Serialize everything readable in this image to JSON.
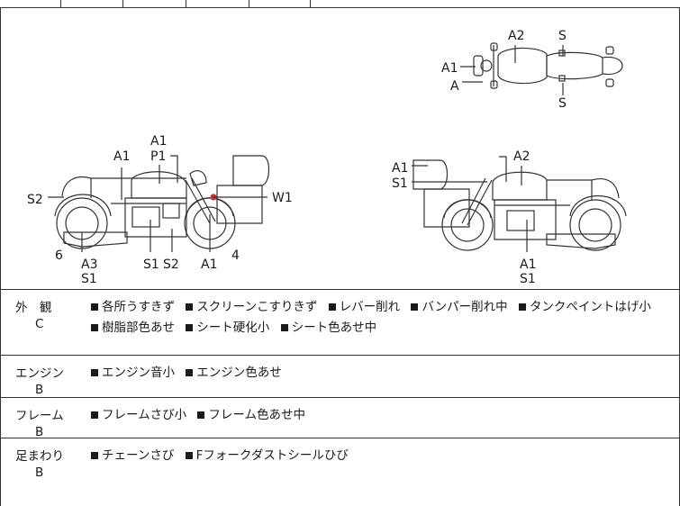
{
  "diagram": {
    "top_labels": {
      "a2": "A2",
      "s_top": "S",
      "a1": "A1",
      "a": "A",
      "s_bottom": "S"
    },
    "left_labels": {
      "a1_top": "A1",
      "p1": "P1",
      "a1_left": "A1",
      "s2": "S2",
      "w1": "W1",
      "six": "6",
      "a3": "A3",
      "s1_a": "S1",
      "s1_b": "S1",
      "s2_b": "S2",
      "a1_bottom": "A1",
      "four": "4"
    },
    "right_labels": {
      "a1": "A1",
      "s1": "S1",
      "a2": "A2",
      "a1_bottom": "A1",
      "s1_bottom": "S1"
    }
  },
  "conditions": [
    {
      "category": "外　観",
      "grade": "C",
      "items": [
        "各所うすきず",
        "スクリーンこすりきず",
        "レバー削れ",
        "バンパー削れ中",
        "タンクペイントはげ小",
        "樹脂部色あせ",
        "シート硬化小",
        "シート色あせ中"
      ]
    },
    {
      "category": "エンジン",
      "grade": "B",
      "items": [
        "エンジン音小",
        "エンジン色あせ"
      ]
    },
    {
      "category": "フレーム",
      "grade": "B",
      "items": [
        "フレームさび小",
        "フレーム色あせ中"
      ]
    },
    {
      "category": "足まわり",
      "grade": "B",
      "items": [
        "チェーンさび",
        "Fフォークダストシールひび"
      ]
    }
  ]
}
